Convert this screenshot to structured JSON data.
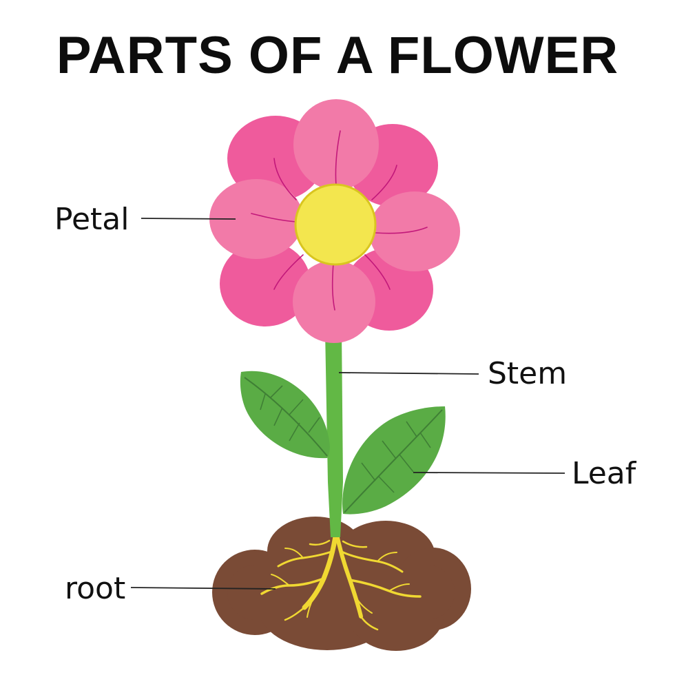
{
  "title": "PARTS OF A FLOWER",
  "labels": {
    "petal": "Petal",
    "stem": "Stem",
    "leaf": "Leaf",
    "root": "root"
  },
  "colors": {
    "petal_dark": "#ef5b9c",
    "petal_light": "#f27aa8",
    "petal_vein": "#c2187a",
    "center": "#f3e64e",
    "center_ring": "#d9c520",
    "stem": "#62b845",
    "leaf": "#5aac45",
    "leaf_vein": "#3f7f35",
    "soil": "#7a4b36",
    "root": "#f0d832"
  }
}
